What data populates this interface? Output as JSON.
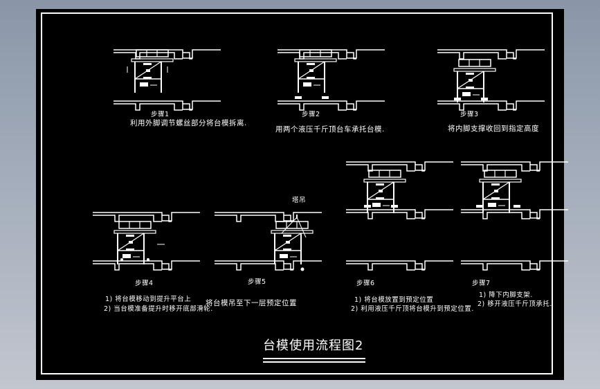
{
  "app": {
    "background_gradient": [
      "#8a96a8",
      "#c2c6ce"
    ],
    "canvas_color": "#000000",
    "line_color": "#ffffff"
  },
  "drawing": {
    "title": "台模使用流程图2",
    "steps": [
      {
        "id": 1,
        "label": "步骤1",
        "description": [
          "利用外脚调节螺丝部分将台模拆离."
        ]
      },
      {
        "id": 2,
        "label": "步骤2",
        "description": [
          "用两个液压千斤顶台车承托台模."
        ]
      },
      {
        "id": 3,
        "label": "步骤3",
        "description": [
          "将内脚支撑收回到指定高度"
        ]
      },
      {
        "id": 4,
        "label": "步骤4",
        "description": [
          "1)   将台模移动到提升平台上",
          "2)   当台模准备提升时移开底部滑轮."
        ]
      },
      {
        "id": 5,
        "label": "步骤5",
        "description": [
          "将台模吊至下一层预定位置"
        ],
        "annotation": "塔吊"
      },
      {
        "id": 6,
        "label": "步骤6",
        "description": [
          "1)   将台模放置到预定位置",
          "2)   利用液压千斤顶将台模升到预定位置."
        ]
      },
      {
        "id": 7,
        "label": "步骤7",
        "description": [
          "1)   降下内脚支架.",
          "2)   移开液压千斤顶承托."
        ]
      }
    ]
  }
}
